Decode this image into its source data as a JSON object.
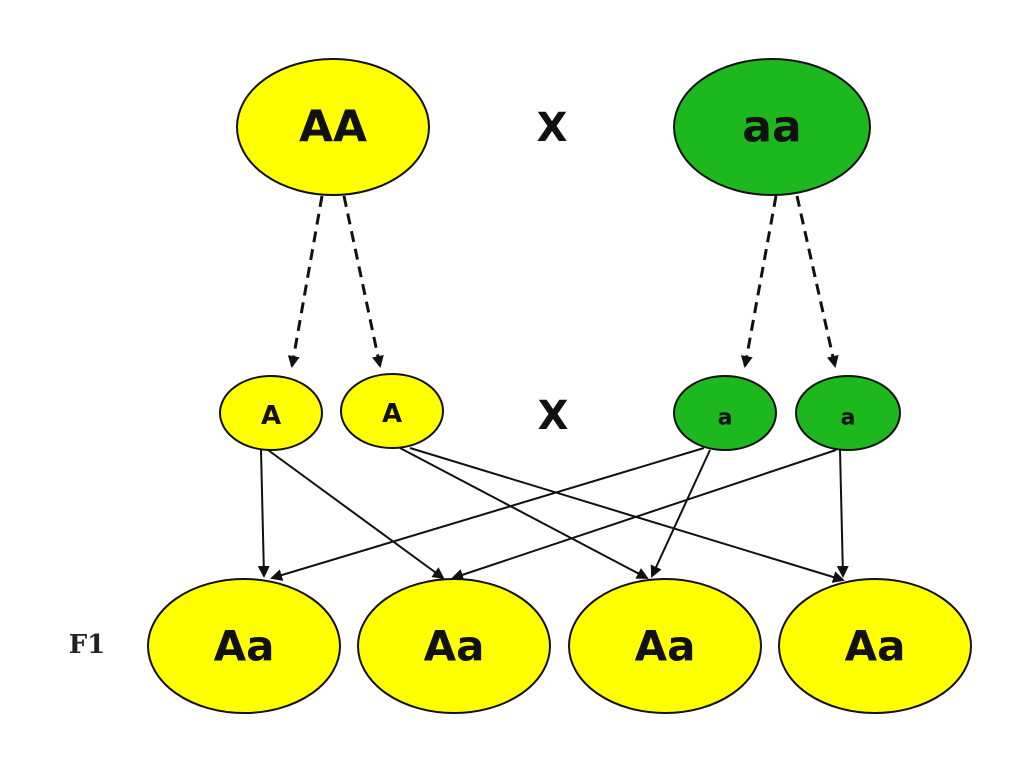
{
  "colors": {
    "dominant": "#ffff00",
    "recessive": "#1db81d",
    "outline": "#111111",
    "arrow": "#111111"
  },
  "parents": {
    "left": {
      "genotype": "AA"
    },
    "right": {
      "genotype": "aa"
    },
    "cross_symbol": "X"
  },
  "gametes": {
    "items": [
      {
        "allele": "A"
      },
      {
        "allele": "A"
      },
      {
        "allele": "a"
      },
      {
        "allele": "a"
      }
    ],
    "cross_symbol": "X"
  },
  "f1": {
    "label": "F1",
    "offspring": [
      {
        "genotype": "Aa"
      },
      {
        "genotype": "Aa"
      },
      {
        "genotype": "Aa"
      },
      {
        "genotype": "Aa"
      }
    ]
  }
}
